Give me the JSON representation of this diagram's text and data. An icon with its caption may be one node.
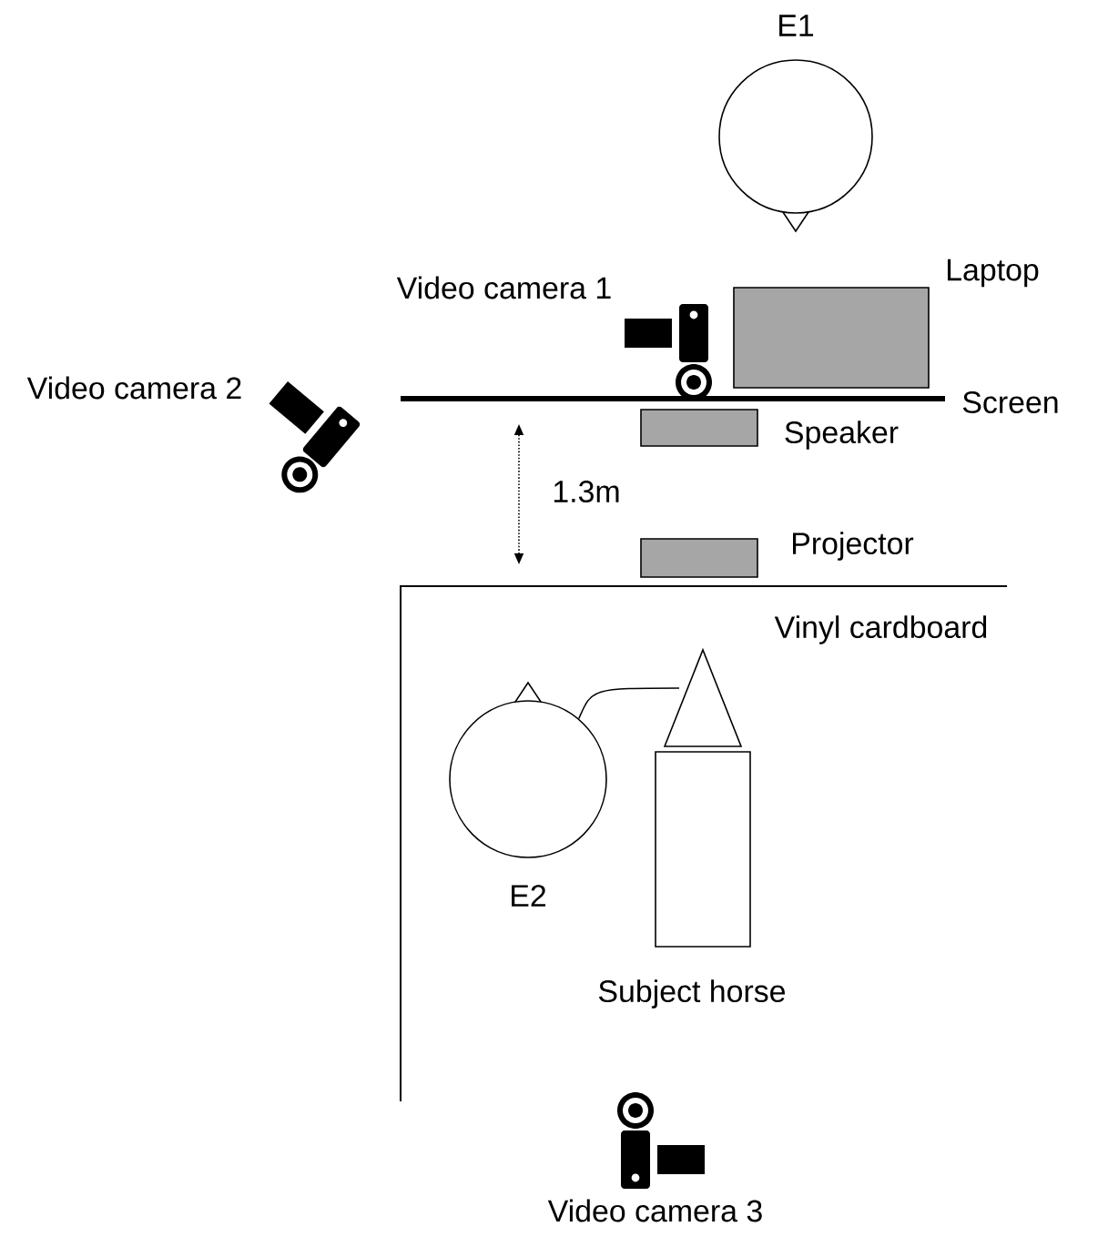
{
  "diagram": {
    "nodes": [
      {
        "text": [
          "E1"
        ]
      },
      {
        "text": [
          "Laptop"
        ]
      },
      {
        "text": [
          "Speaker"
        ]
      },
      {
        "text": [
          "Projector"
        ]
      },
      {
        "text": [
          "E2"
        ]
      },
      {
        "text": [
          "Subject horse"
        ]
      }
    ],
    "edges": [
      {
        "from": 4,
        "to": 5,
        "arrow": "none"
      }
    ],
    "labels": [
      "Video camera 1",
      "Video camera 2",
      "Screen",
      "1.3m",
      "Vinyl cardboard",
      "Video camera 3"
    ]
  }
}
